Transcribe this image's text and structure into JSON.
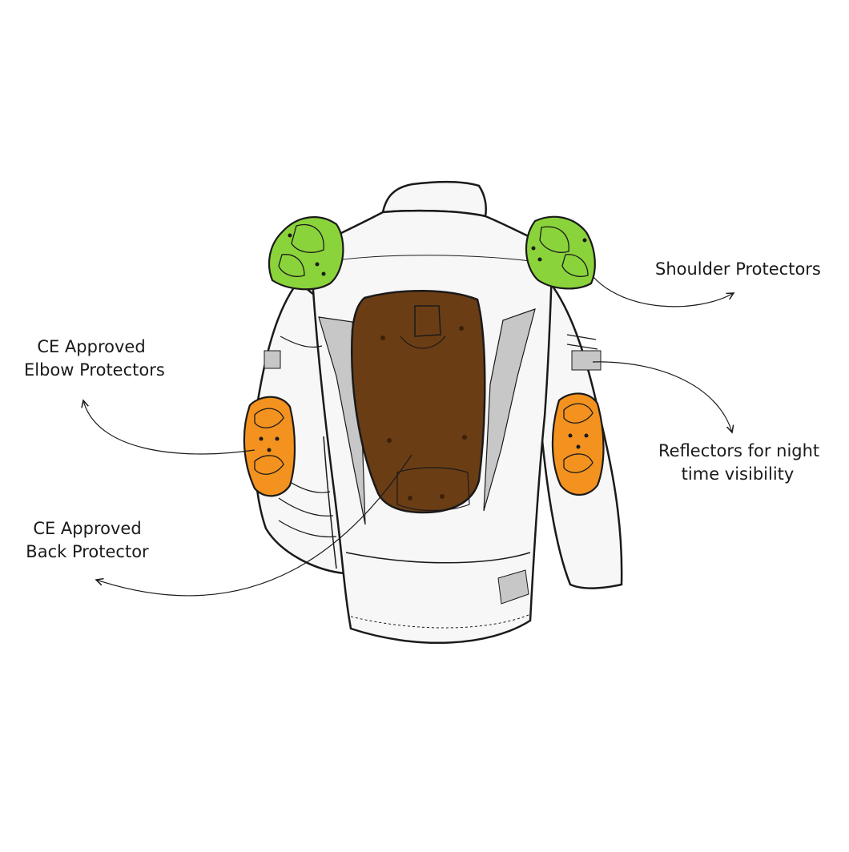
{
  "labels": {
    "shoulder": [
      "Shoulder Protectors"
    ],
    "elbow": [
      "CE Approved",
      "Elbow Protectors"
    ],
    "reflector": [
      "Reflectors for night",
      "time visibility"
    ],
    "back": [
      "CE Approved",
      "Back Protector"
    ]
  },
  "colors": {
    "outline": "#1a1a1a",
    "jacket": "#f7f7f7",
    "panel_grey": "#c7c7c7",
    "shoulder_green": "#8bd33b",
    "elbow_orange": "#f3921f",
    "back_brown": "#6b3d15"
  }
}
